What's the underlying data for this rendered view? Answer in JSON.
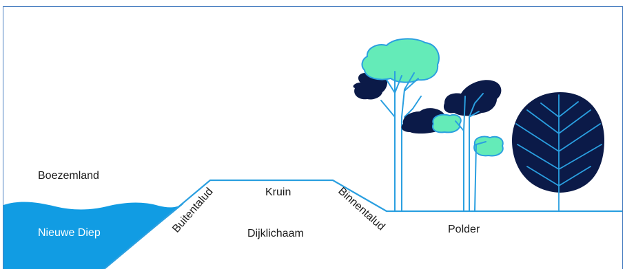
{
  "labels": {
    "boezemland": "Boezemland",
    "nieuwe_diep": "Nieuwe Diep",
    "buitentalud": "Buitentalud",
    "kruin": "Kruin",
    "binnentalud": "Binnentalud",
    "dijklichaam": "Dijklichaam",
    "polder": "Polder"
  },
  "colors": {
    "water": "#119ce3",
    "line": "#2a9fe0",
    "dark_foliage": "#0b1a48",
    "light_foliage": "#64ebb8",
    "frame": "#4a7fc1"
  }
}
